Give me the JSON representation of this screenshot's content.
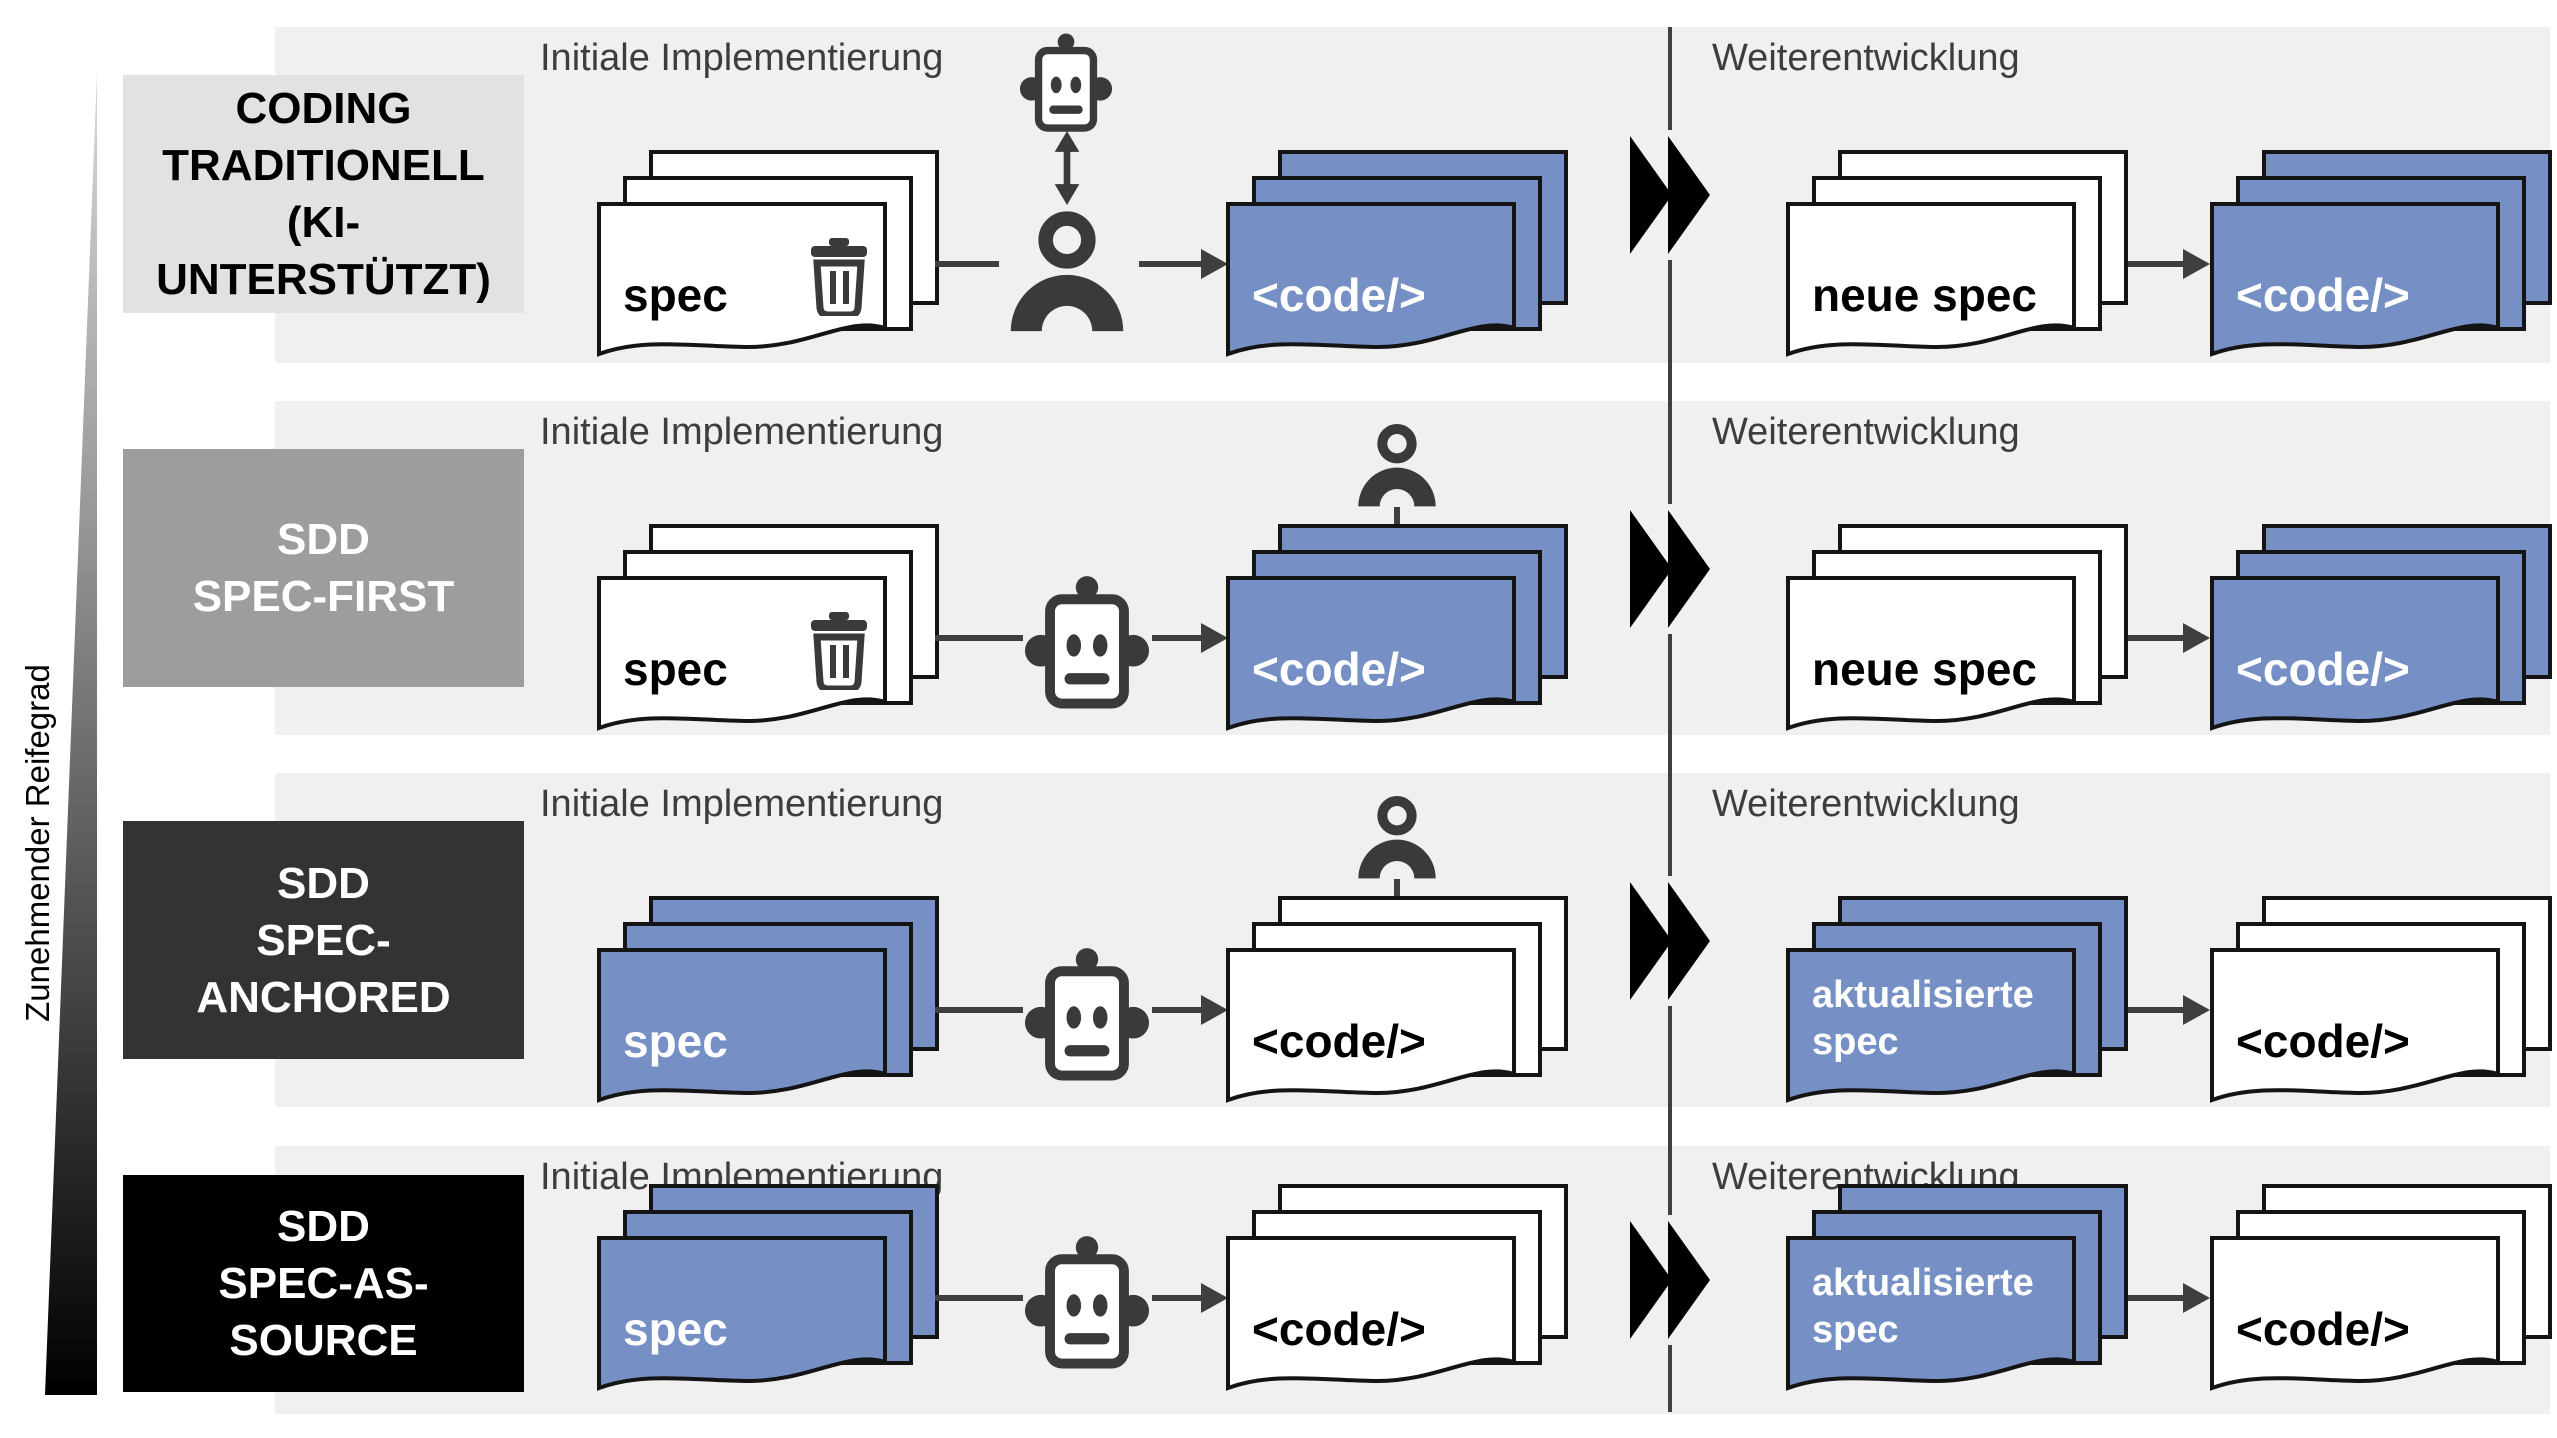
{
  "figure": {
    "axis_label": "Zunehmender Reifegrad",
    "type": "maturity-levels-diagram",
    "topic": "Spec-Driven Development"
  },
  "phases": {
    "left": "Initiale Implementierung",
    "right": "Weiterentwicklung"
  },
  "colors": {
    "accent_blue": "#7690C6",
    "band_bg": "#F0F0F0",
    "icon_dark": "#3A3A3A",
    "label_bg_level1": "#E2E2E2",
    "label_bg_level2": "#9D9D9D",
    "label_bg_level3": "#333333",
    "label_bg_level4": "#000000"
  },
  "rows": [
    {
      "id": "coding-traditionell",
      "label_lines": [
        "CODING",
        "TRADITIONELL",
        "(KI-",
        "UNTERSTÜTZT)"
      ],
      "initial": {
        "source": {
          "text": "spec",
          "color": "white",
          "trash": true
        },
        "actors": "human-and-ai-pair",
        "result": {
          "text": "<code/>",
          "color": "blue"
        }
      },
      "evolution": {
        "source": {
          "text": "neue spec",
          "color": "white"
        },
        "result": {
          "text": "<code/>",
          "color": "blue"
        }
      }
    },
    {
      "id": "sdd-spec-first",
      "label_lines": [
        "SDD",
        "SPEC-FIRST"
      ],
      "initial": {
        "source": {
          "text": "spec",
          "color": "white",
          "trash": true
        },
        "actors": "ai-with-human-review",
        "result": {
          "text": "<code/>",
          "color": "blue"
        }
      },
      "evolution": {
        "source": {
          "text": "neue spec",
          "color": "white"
        },
        "result": {
          "text": "<code/>",
          "color": "blue"
        }
      }
    },
    {
      "id": "sdd-spec-anchored",
      "label_lines": [
        "SDD",
        "SPEC-",
        "ANCHORED"
      ],
      "initial": {
        "source": {
          "text": "spec",
          "color": "blue"
        },
        "actors": "ai-with-human-review",
        "result": {
          "text": "<code/>",
          "color": "white"
        }
      },
      "evolution": {
        "source": {
          "lines": [
            "aktualisierte",
            "spec"
          ],
          "color": "blue"
        },
        "result": {
          "text": "<code/>",
          "color": "white"
        }
      }
    },
    {
      "id": "sdd-spec-as-source",
      "label_lines": [
        "SDD",
        "SPEC-AS-",
        "SOURCE"
      ],
      "initial": {
        "source": {
          "text": "spec",
          "color": "blue"
        },
        "actors": "ai-only",
        "result": {
          "text": "<code/>",
          "color": "white"
        }
      },
      "evolution": {
        "source": {
          "lines": [
            "aktualisierte",
            "spec"
          ],
          "color": "blue"
        },
        "result": {
          "text": "<code/>",
          "color": "white"
        }
      }
    }
  ]
}
